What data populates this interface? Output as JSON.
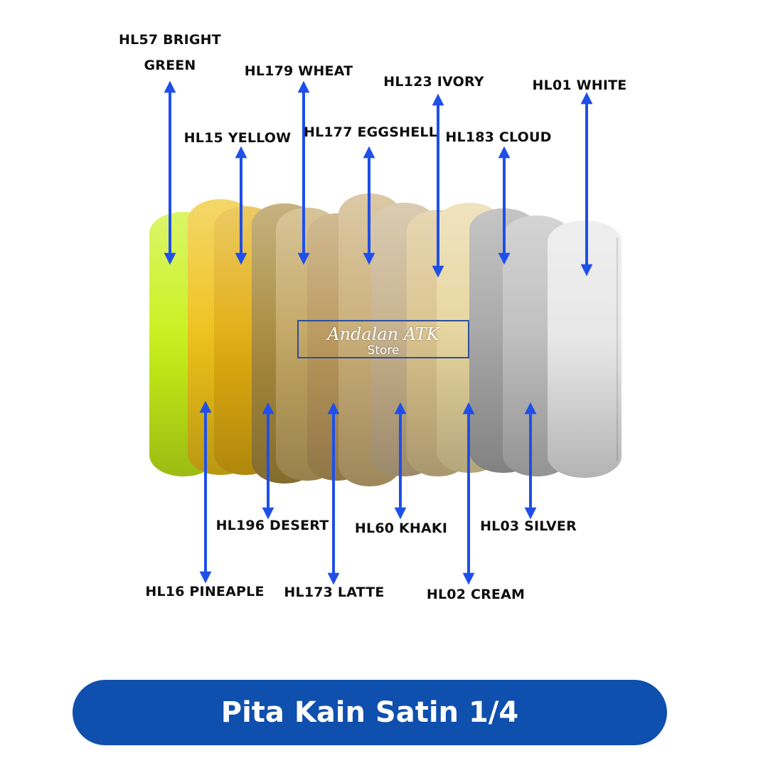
{
  "colors": {
    "arrow": "#1f4fe8",
    "banner": "#0f4fae",
    "watermark_border": "#2d4f9e"
  },
  "labels": {
    "hl57": "HL57 BRIGHT\nGREEN",
    "hl179": "HL179 WHEAT",
    "hl123": "HL123 IVORY",
    "hl01": "HL01 WHITE",
    "hl15": "HL15 YELLOW",
    "hl177": "HL177 EGGSHELL",
    "hl183": "HL183 CLOUD",
    "hl196": "HL196 DESERT",
    "hl60": "HL60 KHAKI",
    "hl03": "HL03 SILVER",
    "hl16": "HL16 PINEAPLE",
    "hl173": "HL173 LATTE",
    "hl02": "HL02 CREAM"
  },
  "watermark": {
    "line1": "Andalan ATK",
    "line2": "Store"
  },
  "banner": {
    "title": "Pita Kain Satin 1/4"
  },
  "ribbons": [
    {
      "name": "Bright Green",
      "color": "#c8f018"
    },
    {
      "name": "Yellow",
      "color": "#eec21a"
    },
    {
      "name": "Pineaple",
      "color": "#e2ad10"
    },
    {
      "name": "Desert",
      "color": "#a88a3c"
    },
    {
      "name": "Wheat",
      "color": "#c2a561"
    },
    {
      "name": "Latte",
      "color": "#b8965a"
    },
    {
      "name": "Eggshell",
      "color": "#c9ad75"
    },
    {
      "name": "Khaki",
      "color": "#c6b08a"
    },
    {
      "name": "Ivory",
      "color": "#d9c18a"
    },
    {
      "name": "Cream",
      "color": "#e7d59e"
    },
    {
      "name": "Cloud",
      "color": "#a6a6a6"
    },
    {
      "name": "Silver",
      "color": "#bdbdbd"
    },
    {
      "name": "White",
      "color": "#e6e6e6"
    }
  ]
}
